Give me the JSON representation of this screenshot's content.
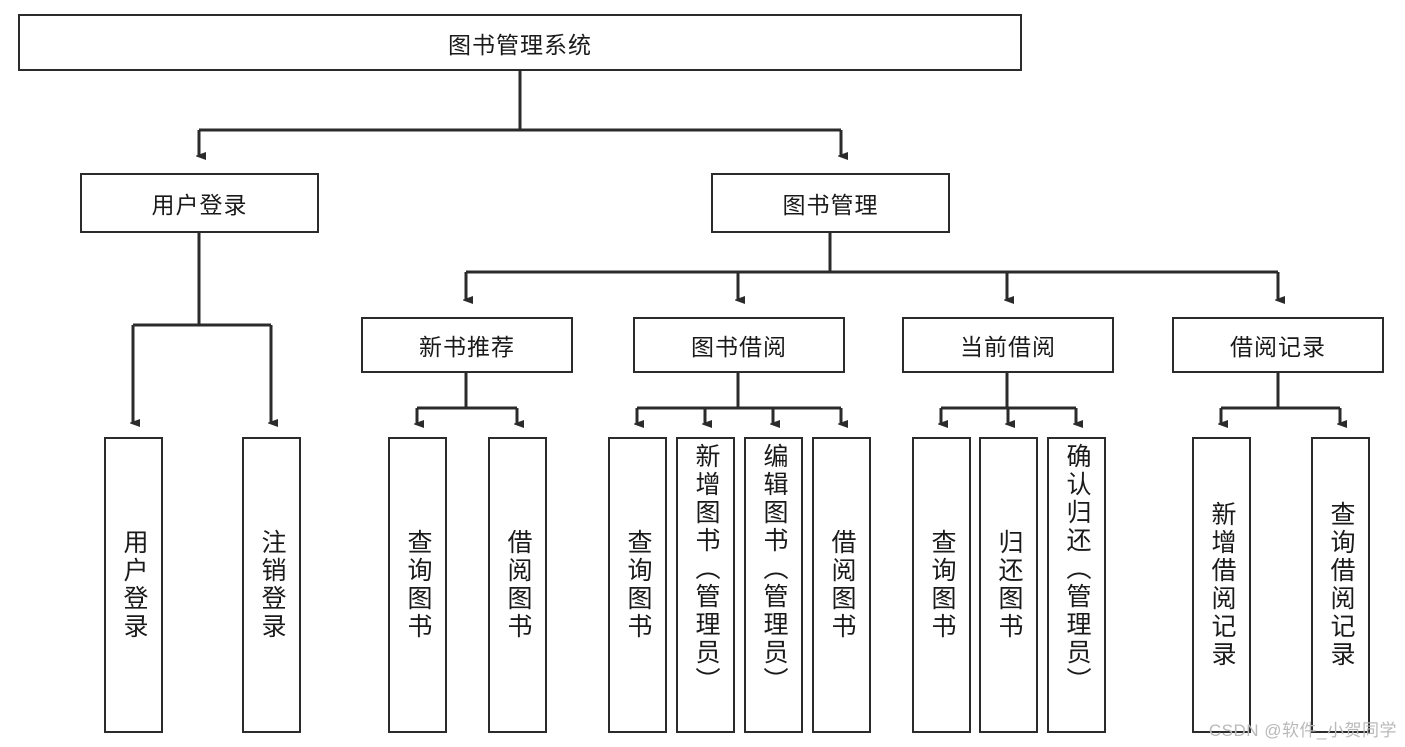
{
  "diagram": {
    "title": "图书管理系统",
    "type": "tree-hierarchy-diagram",
    "root": {
      "label": "图书管理系统"
    },
    "level2": [
      {
        "label": "用户登录"
      },
      {
        "label": "图书管理"
      }
    ],
    "level3": [
      {
        "label": "新书推荐"
      },
      {
        "label": "图书借阅"
      },
      {
        "label": "当前借阅"
      },
      {
        "label": "借阅记录"
      }
    ],
    "leaves": {
      "user_login": [
        {
          "label": "用户登录"
        },
        {
          "label": "注销登录"
        }
      ],
      "new_book_recommend": [
        {
          "label": "查询图书"
        },
        {
          "label": "借阅图书"
        }
      ],
      "book_borrow": [
        {
          "label": "查询图书"
        },
        {
          "label": "新增图书（管理员）"
        },
        {
          "label": "编辑图书（管理员）"
        },
        {
          "label": "借阅图书"
        }
      ],
      "current_borrow": [
        {
          "label": "查询图书"
        },
        {
          "label": "归还图书"
        },
        {
          "label": "确认归还（管理员）"
        }
      ],
      "borrow_record": [
        {
          "label": "新增借阅记录"
        },
        {
          "label": "查询借阅记录"
        }
      ]
    }
  },
  "watermark": {
    "text": "CSDN @软件_小贺同学"
  },
  "colors": {
    "stroke": "#2b2b2b",
    "text": "#1a1a1a",
    "background": "#ffffff",
    "watermark": "#b9b9b9"
  }
}
